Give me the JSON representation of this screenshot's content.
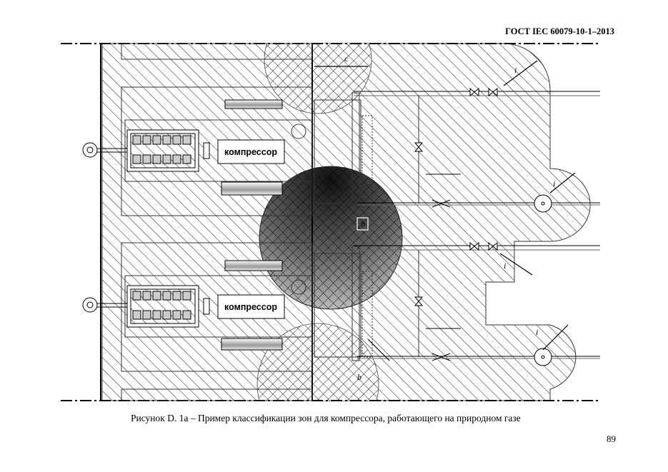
{
  "header": {
    "standard": "ГОСТ IEC 60079-10-1–2013"
  },
  "figure": {
    "caption": "Рисунок D. 1а – Пример классификации зон для компрессора, работающего на природном газе",
    "labels": {
      "compressor_top": "компрессор",
      "compressor_bottom": "компрессор",
      "c": "c",
      "b_box": "b",
      "b_bottom": "b",
      "i_top": "i",
      "i_right_upper": "i",
      "i_middle": "i",
      "i_right_lower": "i"
    }
  },
  "footer": {
    "page_number": "89"
  }
}
